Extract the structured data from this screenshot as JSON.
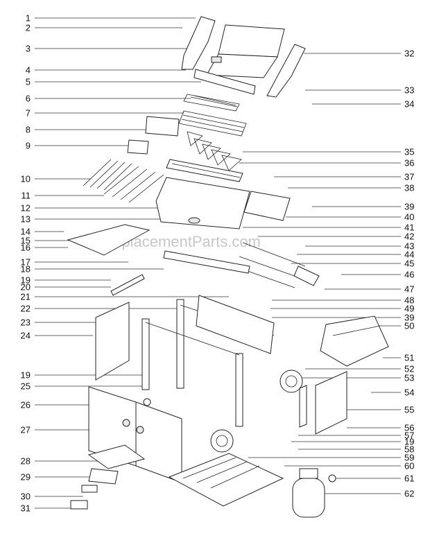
{
  "watermark": "eReplacementParts.com",
  "callouts_left": [
    "1",
    "2",
    "3",
    "4",
    "5",
    "6",
    "7",
    "8",
    "9",
    "10",
    "11",
    "12",
    "13",
    "14",
    "15",
    "16",
    "17",
    "18",
    "19",
    "20",
    "21",
    "22",
    "23",
    "24",
    "19",
    "25",
    "26",
    "27",
    "28",
    "29",
    "30",
    "31"
  ],
  "callouts_right": [
    "32",
    "33",
    "34",
    "35",
    "36",
    "37",
    "38",
    "39",
    "40",
    "41",
    "42",
    "43",
    "44",
    "45",
    "46",
    "47",
    "48",
    "49",
    "39",
    "50",
    "51",
    "52",
    "53",
    "54",
    "55",
    "56",
    "57",
    "19",
    "58",
    "59",
    "60",
    "61",
    "62"
  ]
}
